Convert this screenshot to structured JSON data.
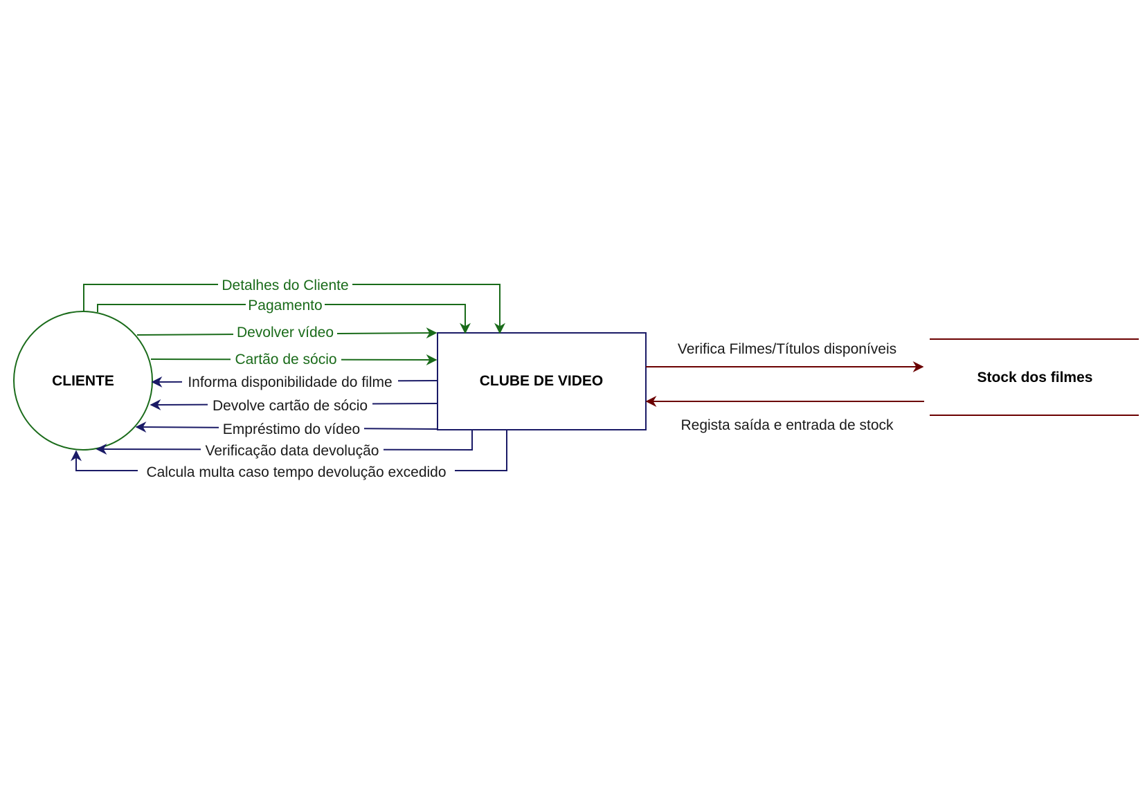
{
  "colors": {
    "green": "#1a6b1a",
    "navy": "#1a1a66",
    "darkred": "#6b0000",
    "black": "#000000",
    "text_dark": "#1a1a1a"
  },
  "nodes": {
    "cliente": "CLIENTE",
    "clube": "CLUBE DE VIDEO",
    "stock": "Stock dos filmes"
  },
  "flows": {
    "detalhes": "Detalhes do Cliente",
    "pagamento": "Pagamento",
    "devolver_video": "Devolver vídeo",
    "cartao_socio": "Cartão de sócio",
    "informa": "Informa disponibilidade do filme",
    "devolve_cartao": "Devolve cartão de sócio",
    "emprestimo": "Empréstimo do vídeo",
    "verificacao": "Verificação data devolução",
    "calcula_multa": "Calcula multa caso tempo devolução excedido",
    "verifica_filmes": "Verifica Filmes/Títulos disponíveis",
    "regista": "Regista saída e entrada de stock"
  }
}
